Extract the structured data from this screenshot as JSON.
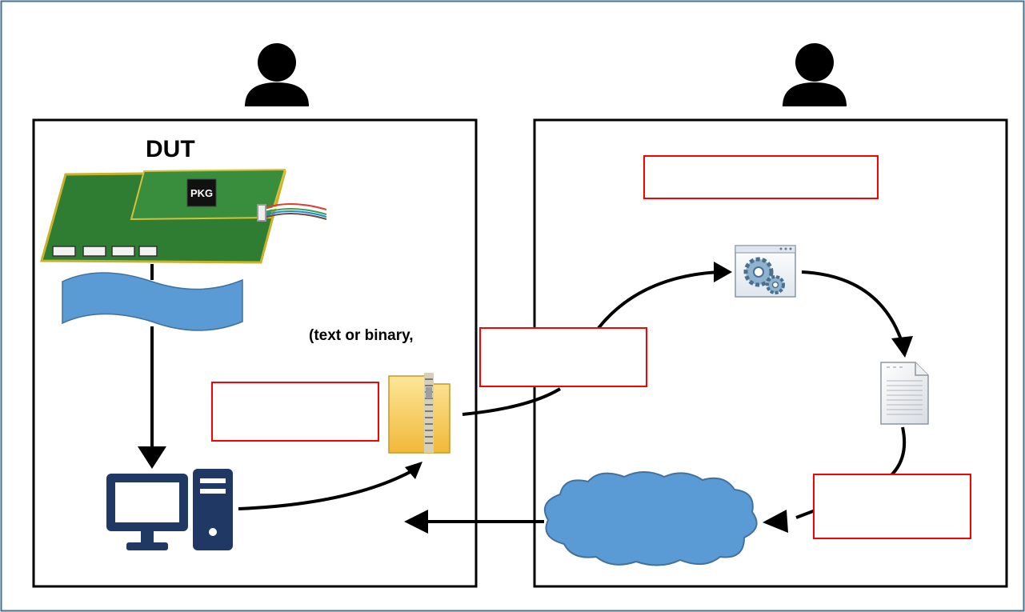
{
  "left_panel": {
    "board_title": "DUT",
    "chip_label": "PKG",
    "icons": [
      "person-icon",
      "circuit-board-icon",
      "ribbon-banner-icon",
      "desktop-computer-icon",
      "zip-folder-icon"
    ]
  },
  "middle_note": "(text or binary,",
  "right_panel": {
    "icons": [
      "person-icon",
      "settings-application-icon",
      "document-icon",
      "cloud-icon"
    ]
  },
  "colors": {
    "frame": "#41719c",
    "panel_border": "#000000",
    "label_box_border": "#ff0000",
    "banner_fill": "#5b9bd5",
    "cloud_fill": "#5b9bd5",
    "computer": "#1f3864",
    "board_green": "#2e7d32",
    "folder_yellow": "#f5c542"
  },
  "label_boxes": [
    "",
    "",
    "",
    ""
  ]
}
